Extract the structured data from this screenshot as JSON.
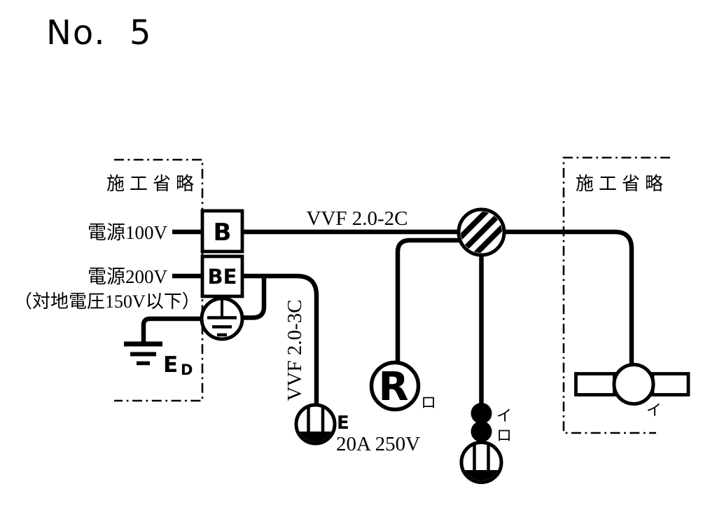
{
  "title": "No. 5",
  "colors": {
    "ink": "#000000",
    "paper": "#ffffff"
  },
  "areas": {
    "left_label": "施工省略",
    "right_label": "施工省略"
  },
  "source": {
    "label_100v": "電源100V",
    "label_200v": "電源200V",
    "ground_voltage_note": "（対地電圧150V以下）",
    "breaker_main": "B",
    "breaker_leakage": "BE"
  },
  "cables": {
    "trunk": "VVF 2.0-2C",
    "outlet_branch": "VVF 2.0-3C"
  },
  "devices": {
    "earth_d": {
      "main": "E",
      "sub": "D"
    },
    "lamp_receptacle": {
      "letter": "R",
      "switch_tag": "ロ"
    },
    "switch_top_tag": "イ",
    "switch_bottom_tag": "ロ",
    "outlet_200v": {
      "earth_mark": "E",
      "rating": "20A 250V"
    },
    "fluorescent_switch_tag": "イ"
  }
}
